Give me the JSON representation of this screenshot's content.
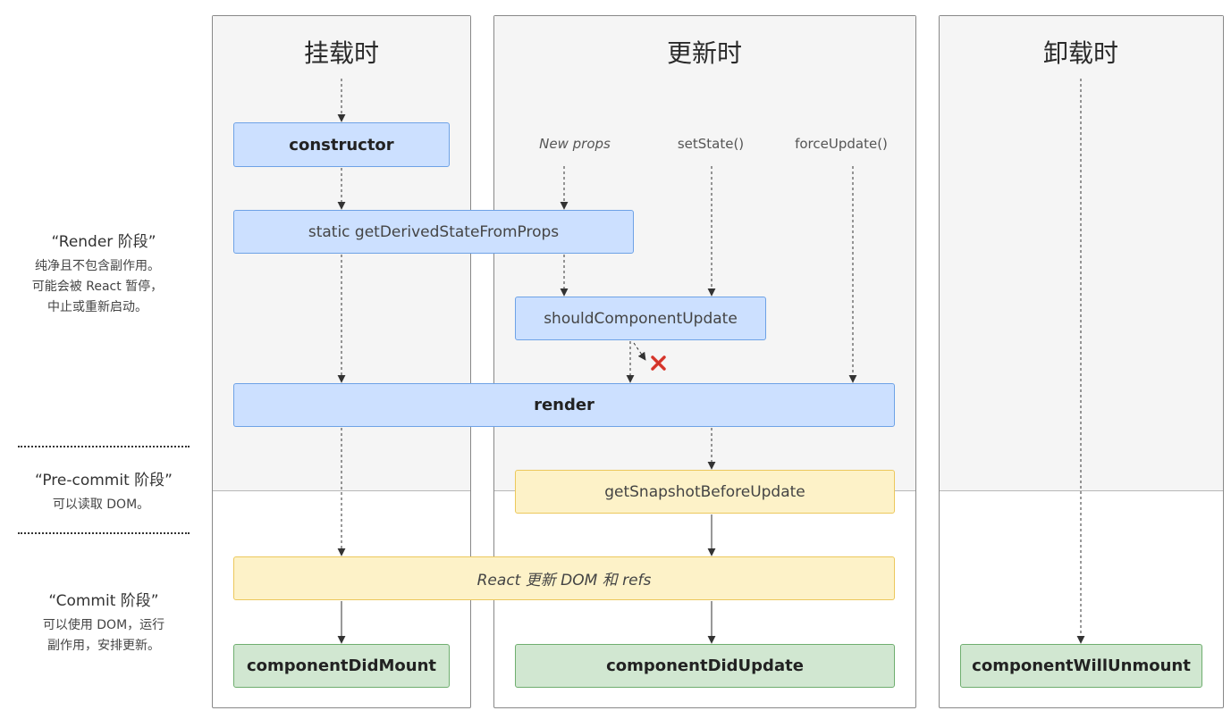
{
  "columns": {
    "mount": {
      "title": "挂载时"
    },
    "update": {
      "title": "更新时"
    },
    "unmount": {
      "title": "卸载时"
    }
  },
  "phases": {
    "render": {
      "title": "“Render 阶段”",
      "lines": [
        "纯净且不包含副作用。",
        "可能会被 React 暂停，",
        "中止或重新启动。"
      ]
    },
    "precommit": {
      "title": "“Pre-commit 阶段”",
      "lines": [
        "可以读取 DOM。"
      ]
    },
    "commit": {
      "title": "“Commit 阶段”",
      "lines": [
        "可以使用 DOM，运行",
        "副作用，安排更新。"
      ]
    }
  },
  "triggers": {
    "new_props": "New props",
    "set_state": "setState()",
    "force_update": "forceUpdate()"
  },
  "methods": {
    "constructor": "constructor",
    "get_derived_state": "static getDerivedStateFromProps",
    "should_update": "shouldComponentUpdate",
    "render": "render",
    "get_snapshot": "getSnapshotBeforeUpdate",
    "react_updates": "React 更新 DOM 和 refs",
    "did_mount": "componentDidMount",
    "did_update": "componentDidUpdate",
    "will_unmount": "componentWillUnmount"
  },
  "colors": {
    "render_phase_box": "#cce0ff",
    "commit_phase_box": "#fdf2c8",
    "lifecycle_end_box": "#d1e7d1",
    "cancel_mark": "#e03a2f"
  },
  "icons": {
    "cancel": "x-mark-icon"
  }
}
